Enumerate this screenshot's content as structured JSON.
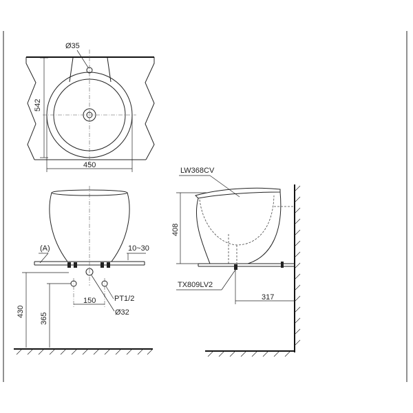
{
  "top_view": {
    "dim_tap_hole": "Ø35",
    "dim_depth": "542",
    "dim_width": "450"
  },
  "front_view": {
    "label_a": "(A)",
    "dim_gap": "10~30",
    "dim_height_total": "430",
    "dim_height_trap": "365",
    "dim_spacing": "150",
    "label_thread": "PT1/2",
    "dim_waste": "Ø32"
  },
  "side_view": {
    "model_basin": "LW368CV",
    "model_waste": "TX809LV2",
    "dim_height": "408",
    "dim_wall": "317"
  }
}
